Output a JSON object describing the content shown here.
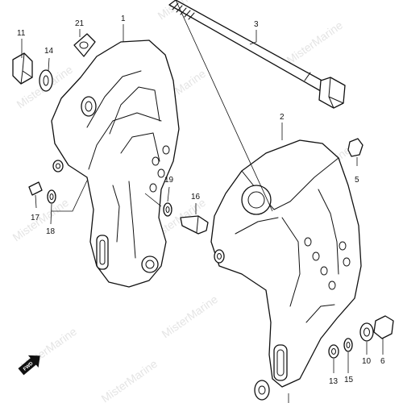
{
  "watermark": "MisterMarine",
  "fwd_label": "FWD",
  "callouts": {
    "c1": "1",
    "c2": "2",
    "c3": "3",
    "c5": "5",
    "c6": "6",
    "c10": "10",
    "c11": "11",
    "c13": "13",
    "c14": "14",
    "c15": "15",
    "c16": "16",
    "c17": "17",
    "c18": "18",
    "c19": "19",
    "c21": "21"
  }
}
